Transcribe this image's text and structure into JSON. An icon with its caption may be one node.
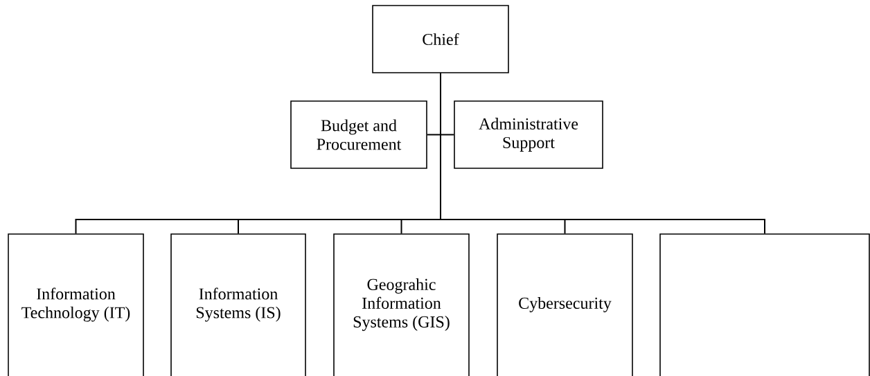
{
  "diagram": {
    "nodes": [
      {
        "text": [
          "Chief"
        ]
      },
      {
        "text": [
          "Budget and Procurement"
        ]
      },
      {
        "text": [
          "Administrative Support"
        ]
      },
      {
        "text": [
          "Information Technology (IT)"
        ]
      },
      {
        "text": [
          "Information Systems (IS)"
        ]
      },
      {
        "text": [
          "Geograhic Information Systems (GIS)"
        ]
      },
      {
        "text": [
          "Cybersecurity"
        ]
      },
      {
        "text": [],
        "shape": "box"
      }
    ],
    "edges": [
      {
        "from": 0,
        "to": 1,
        "arrow": "none"
      },
      {
        "from": 0,
        "to": 2,
        "arrow": "none"
      },
      {
        "from": 0,
        "to": 3,
        "arrow": "none"
      },
      {
        "from": 0,
        "to": 4,
        "arrow": "none"
      },
      {
        "from": 0,
        "to": 5,
        "arrow": "none"
      },
      {
        "from": 0,
        "to": 6,
        "arrow": "none"
      },
      {
        "from": 0,
        "to": 7,
        "arrow": "none"
      }
    ]
  }
}
